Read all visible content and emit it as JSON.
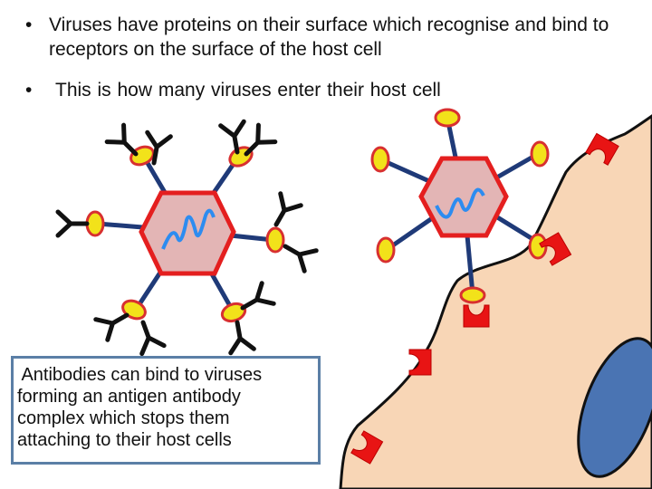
{
  "bullets": [
    {
      "marker": "•",
      "text": "Viruses have proteins on their surface which recognise and bind to receptors on the surface of the host cell"
    },
    {
      "marker": "•",
      "text": "This is how many viruses enter their host cell"
    }
  ],
  "caption": {
    "lines": [
      " Antibodies can bind to viruses",
      "forming an antigen antibody",
      "complex which stops them",
      "attaching to their host cells"
    ]
  },
  "colors": {
    "capsid_fill": "#e3b5b5",
    "capsid_stroke": "#e41f1f",
    "rna": "#2d8cf0",
    "spike": "#1f3a78",
    "protein_fill": "#f2e21a",
    "protein_stroke": "#d83030",
    "antibody": "#111111",
    "receptor": "#e81414",
    "cell_fill": "#f8d6b6",
    "nucleus_fill": "#4a74b3",
    "caption_border": "#5b7fa6"
  }
}
